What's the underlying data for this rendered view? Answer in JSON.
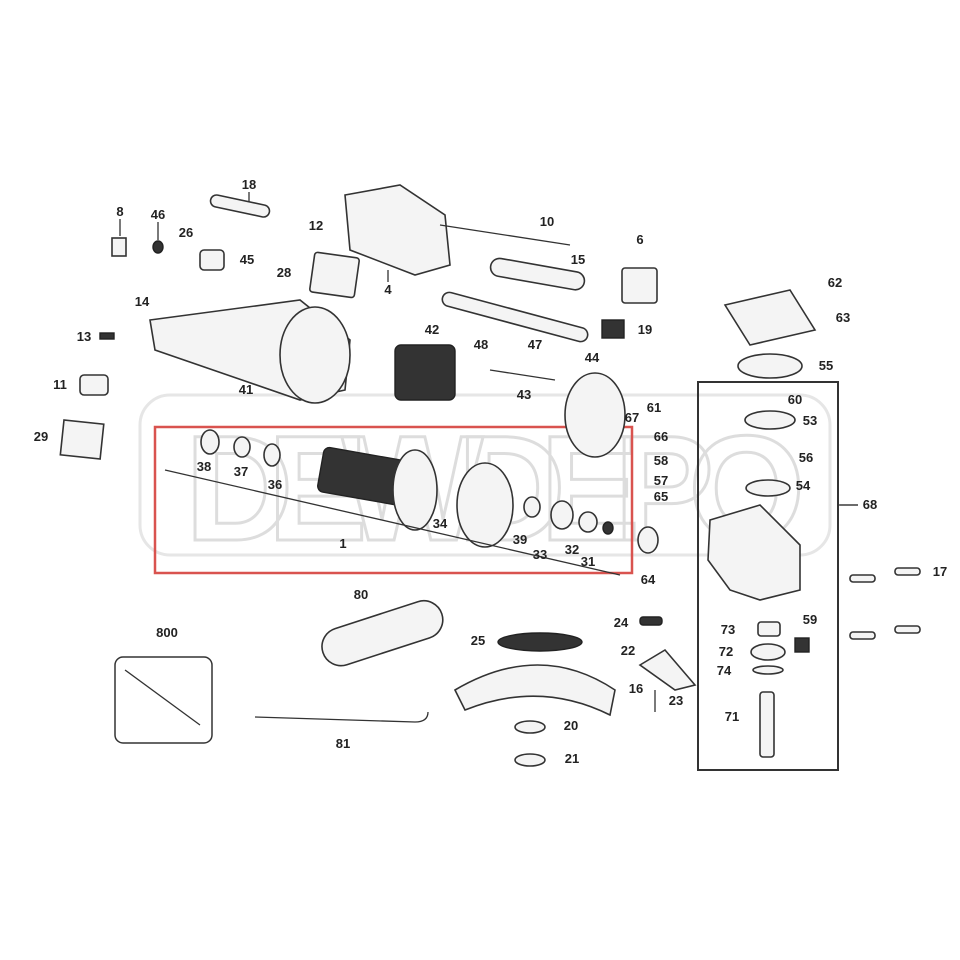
{
  "watermark": "DEWDEPO",
  "labels": [
    "8",
    "46",
    "26",
    "18",
    "12",
    "10",
    "6",
    "45",
    "28",
    "4",
    "15",
    "62",
    "14",
    "13",
    "42",
    "48",
    "47",
    "19",
    "63",
    "11",
    "41",
    "43",
    "44",
    "55",
    "60",
    "61",
    "67",
    "53",
    "29",
    "66",
    "38",
    "37",
    "36",
    "58",
    "56",
    "57",
    "65",
    "54",
    "1",
    "34",
    "39",
    "33",
    "32",
    "31",
    "64",
    "68",
    "17",
    "80",
    "24",
    "73",
    "59",
    "800",
    "25",
    "22",
    "72",
    "74",
    "16",
    "23",
    "20",
    "71",
    "81",
    "21"
  ],
  "colors": {
    "highlight_box": "#d9534f",
    "line": "#333333"
  }
}
